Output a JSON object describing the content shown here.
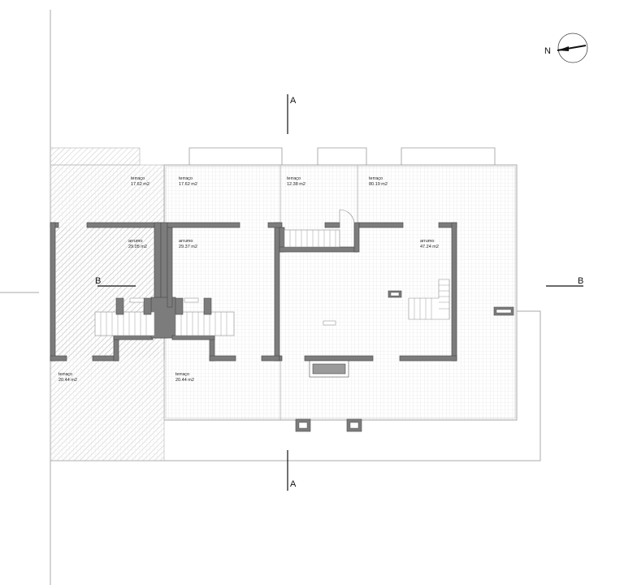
{
  "section_markers": {
    "section_a": "A",
    "section_b": "B"
  },
  "north_label": "N",
  "colors": {
    "wall_fill": "#7c7c7c",
    "wall_stroke": "#4d4d4d",
    "outline": "#a8a8a8",
    "grid": "#e1e1e1",
    "hatch": "#b9b9b9"
  },
  "rooms": [
    {
      "name": "terraço",
      "area": "17.62 m2"
    },
    {
      "name": "terraço",
      "area": "17.62 m2"
    },
    {
      "name": "terraço",
      "area": "12.38 m2"
    },
    {
      "name": "terraço",
      "area": "80.19 m2"
    },
    {
      "name": "arrumo",
      "area": "29.05 m2"
    },
    {
      "name": "arrumo",
      "area": "29.37 m2"
    },
    {
      "name": "arrumo",
      "area": "47.24 m2"
    },
    {
      "name": "terraço",
      "area": "20.44 m2"
    },
    {
      "name": "terraço",
      "area": "20.44 m2"
    }
  ]
}
